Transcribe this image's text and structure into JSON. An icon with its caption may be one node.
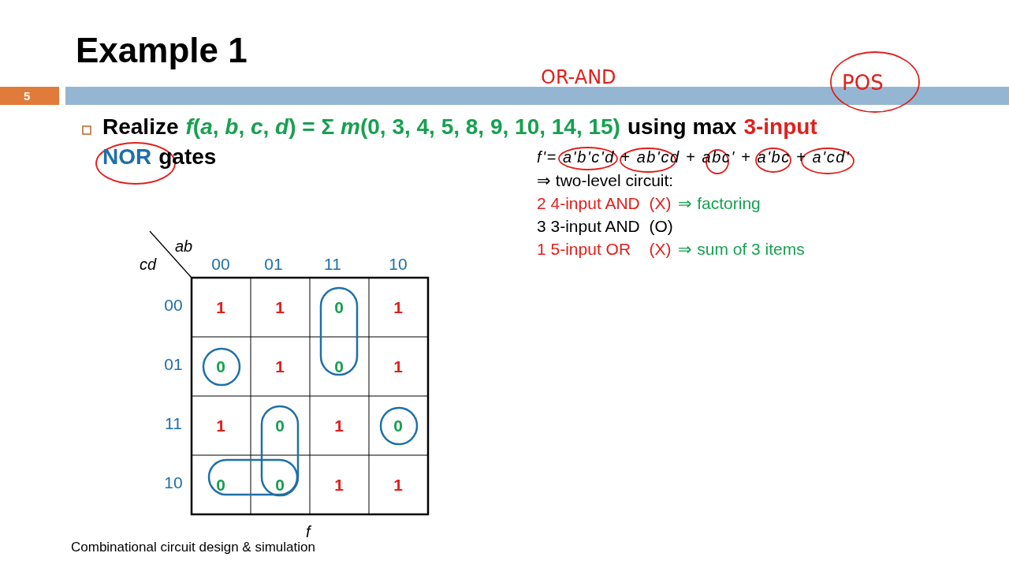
{
  "diagram": {
    "title": "Example 1",
    "labels": [
      "5",
      "Realize",
      "*f*(*a*, *b*, *c*, *d*) = Σ *m*(0, 3, 4, 5, 8, 9, 10, 14, 15)",
      "using max",
      "3-input",
      "NOR",
      "gates",
      "OR-AND",
      "POS",
      "f'= a'b'c'd + ab'cd + abc' + a'bc + a'cd'",
      "⇒ two-level circuit:",
      "2 4-input AND  (X)",
      "⇒ factoring",
      "3 3-input AND  (O)",
      "ab",
      "1 5-input OR    (X)",
      "⇒ sum of 3 items",
      "cd",
      "00",
      "01",
      "11",
      "10",
      "00",
      "1",
      "1",
      "0",
      "1",
      "01",
      "0",
      "1",
      "0",
      "1",
      "11",
      "1",
      "0",
      "1",
      "0",
      "10",
      "0",
      "0",
      "1",
      "1",
      "f",
      "Combinational circuit design & simulation"
    ]
  }
}
